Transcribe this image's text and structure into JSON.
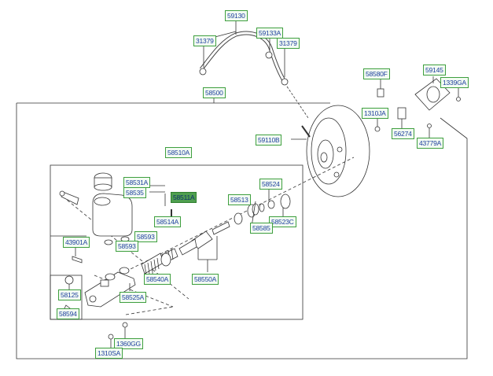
{
  "parts": {
    "p59130": "59130",
    "p31379_left": "31379",
    "p59133a": "59133A",
    "p31379_right": "31379",
    "p58580f": "58580F",
    "p59145": "59145",
    "p1339ga": "1339GA",
    "p58500": "58500",
    "p1310ja": "1310JA",
    "p59110b": "59110B",
    "p56274": "56274",
    "p43779a": "43779A",
    "p58510a": "58510A",
    "p58531a": "58531A",
    "p58535": "58535",
    "p58511a": "58511A",
    "p58524": "58524",
    "p58513": "58513",
    "p58514a": "58514A",
    "p58585": "58585",
    "p58523c": "58523C",
    "p58593_right": "58593",
    "p58593_left": "58593",
    "p43901a": "43901A",
    "p58540a": "58540A",
    "p58550a": "58550A",
    "p58525a": "58525A",
    "p58125": "58125",
    "p58594": "58594",
    "p1360gg": "1360GG",
    "p1310sa": "1310SA"
  },
  "highlight_color": "#4f9f4f",
  "label_border_color": "#3f9f3f",
  "label_text_color": "#1f3f9f"
}
